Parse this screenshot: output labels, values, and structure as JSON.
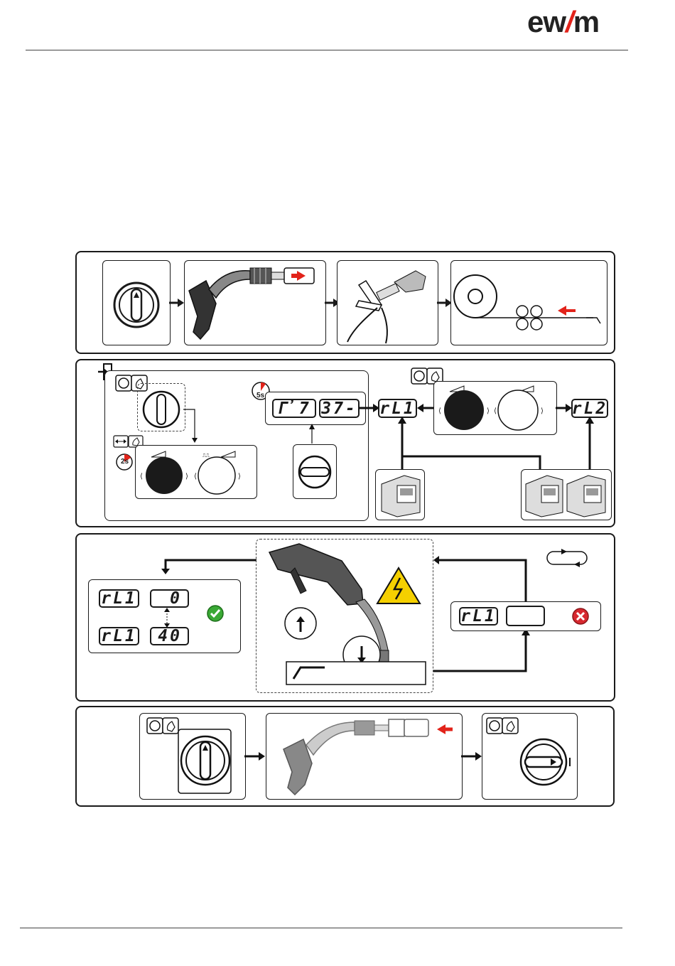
{
  "brand": {
    "logo_text_left": "ew",
    "logo_text_slash": "/",
    "logo_text_right": "m",
    "accent": "#e2231a"
  },
  "icons": [
    "door-exit-icon",
    "pushbutton-icon",
    "hand-press-icon",
    "timer-2s-icon",
    "timer-5s-icon",
    "arc-loop-icon",
    "warning-high-voltage-icon",
    "ok-check-icon",
    "error-cross-icon",
    "wire-feed-arrow-icon"
  ],
  "displays": {
    "d_m7": "Γ̓7",
    "d_37": "37-",
    "d_rl1_a": "rL1",
    "d_rl2": "rL2",
    "res_l1": "rL1",
    "res_v1": "0",
    "res_l2": "rL1",
    "res_v2": "40",
    "err_l": "rL1",
    "err_v": ""
  },
  "timers": {
    "t2": "2s",
    "t5": "5s"
  },
  "colors": {
    "ok": "#3aa935",
    "err": "#d7282f",
    "warn": "#f5d000"
  }
}
